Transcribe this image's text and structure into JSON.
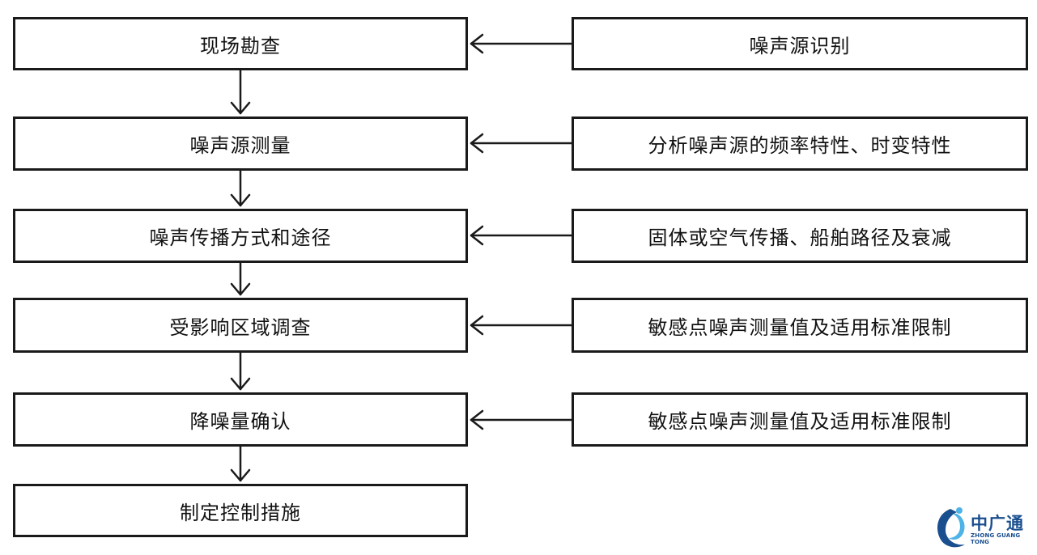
{
  "steps": [
    {
      "label": "现场勘查"
    },
    {
      "label": "噪声源测量"
    },
    {
      "label": "噪声传播方式和途径"
    },
    {
      "label": "受影响区域调查"
    },
    {
      "label": "降噪量确认"
    },
    {
      "label": "制定控制措施"
    }
  ],
  "inputs": [
    {
      "label": "噪声源识别"
    },
    {
      "label": "分析噪声源的频率特性、时变特性"
    },
    {
      "label": "固体或空气传播、船舶路径及衰减"
    },
    {
      "label": "敏感点噪声测量值及适用标准限制"
    },
    {
      "label": "敏感点噪声测量值及适用标准限制"
    }
  ],
  "logo": {
    "name": "中广通",
    "subtitle": "ZHONG GUANG TONG",
    "colors": {
      "primary": "#1a4f8f",
      "accent": "#4fb3e8"
    }
  }
}
